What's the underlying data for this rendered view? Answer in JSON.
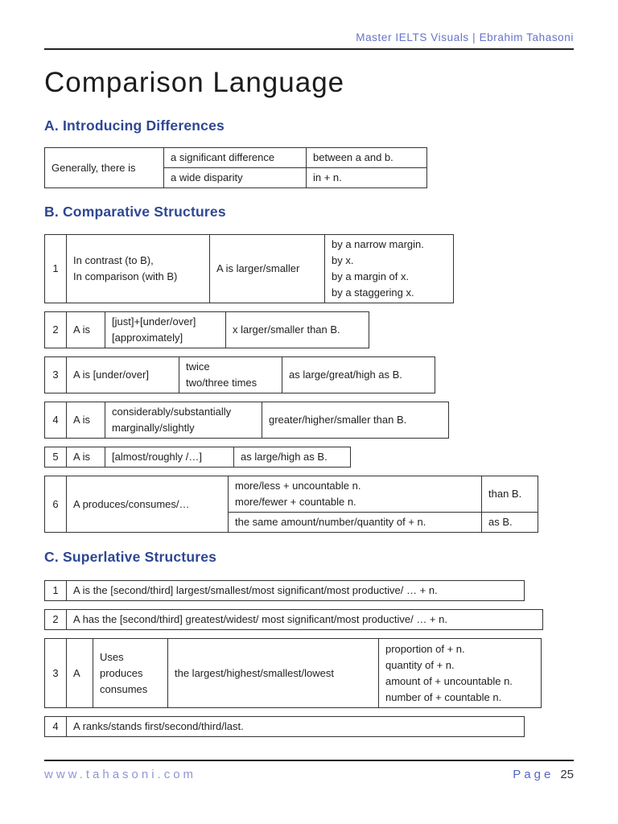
{
  "header": {
    "credit": "Master IELTS Visuals | Ebrahim Tahasoni"
  },
  "page_title": "Comparison Language",
  "section_a": {
    "heading": "A. Introducing Differences",
    "table": {
      "lead": "Generally, there is",
      "row1": {
        "phrase": "a significant difference",
        "complement": "between a and b."
      },
      "row2": {
        "phrase": "a wide disparity",
        "complement": "in + n."
      }
    }
  },
  "section_b": {
    "heading": "B. Comparative Structures",
    "row1": {
      "num": "1",
      "c1_l1": "In contrast (to B),",
      "c1_l2": "In comparison (with B)",
      "c2": "A is larger/smaller",
      "c3_l1": "by a narrow margin.",
      "c3_l2": "by x.",
      "c3_l3": "by a margin of x.",
      "c3_l4": "by a staggering x."
    },
    "row2": {
      "num": "2",
      "c1": "A is",
      "c2_l1": "[just]+[under/over]",
      "c2_l2": "[approximately]",
      "c3": "x larger/smaller than B."
    },
    "row3": {
      "num": "3",
      "c1": "A is [under/over]",
      "c2_l1": "twice",
      "c2_l2": "two/three times",
      "c3": "as large/great/high as B."
    },
    "row4": {
      "num": "4",
      "c1": "A is",
      "c2_l1": "considerably/substantially",
      "c2_l2": "marginally/slightly",
      "c3": "greater/higher/smaller than B."
    },
    "row5": {
      "num": "5",
      "c1": "A is",
      "c2": "[almost/roughly /…]",
      "c3": "as large/high as B."
    },
    "row6": {
      "num": "6",
      "c1": "A produces/consumes/…",
      "top_l1": "more/less + uncountable n.",
      "top_l2": "more/fewer + countable n.",
      "top_right": "than B.",
      "bottom": "the same amount/number/quantity of + n.",
      "bottom_right": "as B."
    }
  },
  "section_c": {
    "heading": "C. Superlative Structures",
    "row1": {
      "num": "1",
      "text": "A is the [second/third] largest/smallest/most significant/most productive/ … + n."
    },
    "row2": {
      "num": "2",
      "text": "A has the [second/third] greatest/widest/ most significant/most productive/ … + n."
    },
    "row3": {
      "num": "3",
      "subject": "A",
      "verb_l1": "Uses",
      "verb_l2": "produces",
      "verb_l3": "consumes",
      "superlative": "the largest/highest/smallest/lowest",
      "obj_l1": "proportion of + n.",
      "obj_l2": "quantity of + n.",
      "obj_l3": "amount of + uncountable n.",
      "obj_l4": "number of + countable n."
    },
    "row4": {
      "num": "4",
      "text": "A ranks/stands first/second/third/last."
    }
  },
  "footer": {
    "website": "www.tahasoni.com",
    "page_word": "Page",
    "page_number": "25"
  }
}
